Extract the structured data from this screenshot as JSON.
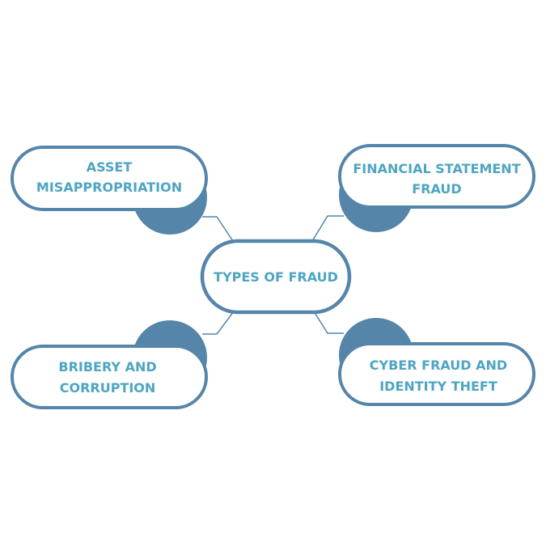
{
  "center": {
    "label": "TYPES OF FRAUD"
  },
  "nodes": [
    {
      "lines": [
        "ASSET",
        "MISAPPROPRIATION"
      ]
    },
    {
      "lines": [
        "FINANCIAL STATEMENT",
        "FRAUD"
      ]
    },
    {
      "lines": [
        "BRIBERY AND",
        "CORRUPTION"
      ]
    },
    {
      "lines": [
        "CYBER FRAUD AND",
        "IDENTITY THEFT"
      ]
    }
  ],
  "colors": {
    "accent": "#5585a9",
    "text": "#4ea5c2"
  }
}
